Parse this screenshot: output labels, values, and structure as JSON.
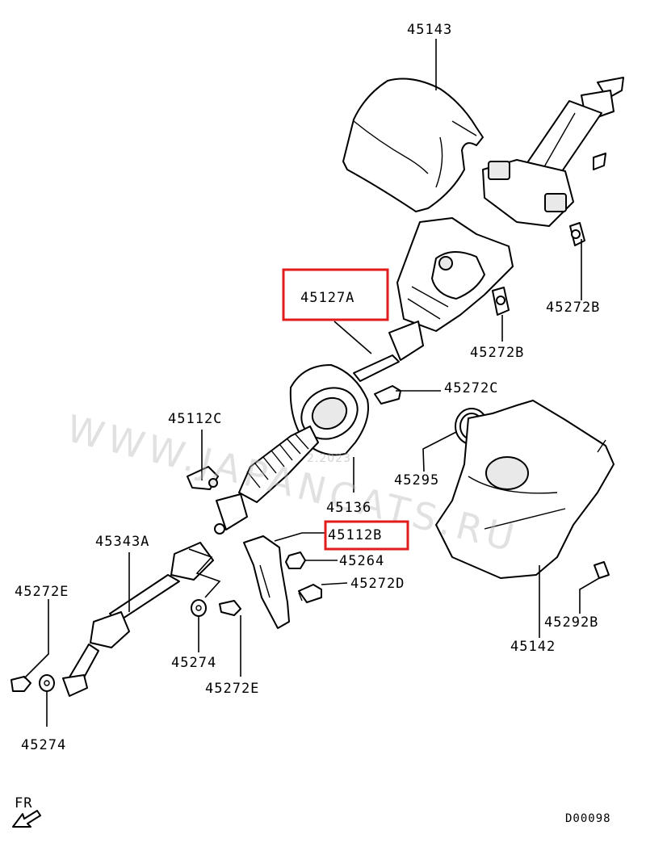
{
  "diagram": {
    "labels": {
      "p45143": "45143",
      "p45127A": "45127A",
      "p45272B_right": "45272B",
      "p45272B_mid": "45272B",
      "p45272C": "45272C",
      "p45112C": "45112C",
      "p45295": "45295",
      "p45136": "45136",
      "p45112B": "45112B",
      "p45264": "45264",
      "p45343A": "45343A",
      "p45272D": "45272D",
      "p45272E_left": "45272E",
      "p45272E_bottom": "45272E",
      "p45274_mid": "45274",
      "p45274_bottom": "45274",
      "p45292B": "45292B",
      "p45142": "45142"
    },
    "highlighted": [
      "45127A",
      "45112B"
    ],
    "highlight_color": "#e21b1b",
    "direction_label": "FR",
    "diagram_code": "D00098",
    "watermark": "WWW.JAPANCATS.RU",
    "watermark_date": "2.2023"
  }
}
